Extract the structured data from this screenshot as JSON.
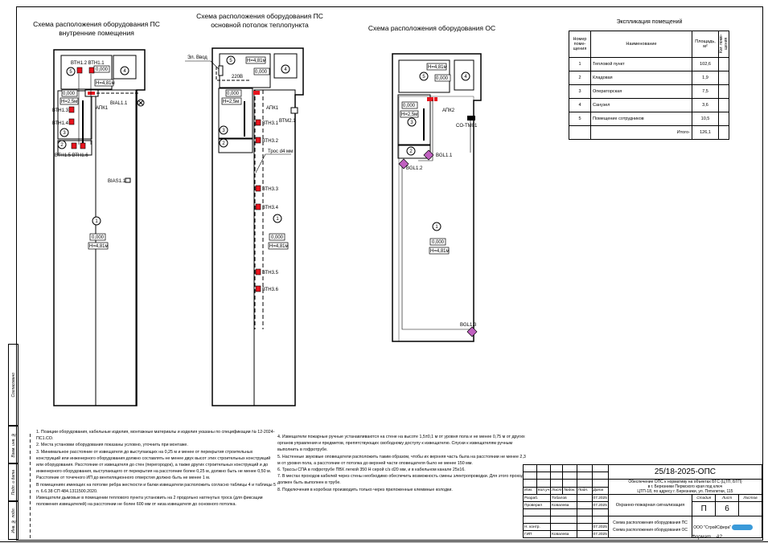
{
  "plans": [
    {
      "title": [
        "Схема расположения оборудования ПС",
        "внутренние помещения"
      ],
      "labels": {
        "bth12_11": "ВТН1.2 ВТН1.1",
        "r5": "5",
        "r4": "4",
        "z1": "0,000",
        "h1": "Н=4,81м",
        "z2": "0,000",
        "h2": "Н=2,5м",
        "bth13": "ВТН1.3",
        "apk": "АПК1",
        "bial": "BIAL1.1",
        "bth14": "ВТН1.4",
        "r3": "3",
        "r2": "2",
        "bth15_16": "ВТН1.5 ВТН1.6",
        "bias": "BIAS1.1",
        "r1": "1",
        "z3": "0,000",
        "h3": "Н=4,81м"
      }
    },
    {
      "title": [
        "Схема расположения оборудования ПС",
        "основной потолок теплопункта"
      ],
      "labels": {
        "elvvod": "Эл. Ввод",
        "r5": "5",
        "h1": "Н=4,81м",
        "z1": "0,000",
        "r4": "4",
        "v220": "220В",
        "z2": "0,000",
        "h2": "Н=2,5м",
        "apk": "АПК1",
        "btm": "ВТМ2.1",
        "r3": "3",
        "bth31": "ВТН3.1",
        "r2": "2",
        "bth32": "ВТН3.2",
        "tros": "Трос d4 мм",
        "bth33": "ВТН3.3",
        "bth34": "ВТН3.4",
        "r1": "1",
        "z3": "0,000",
        "h3": "Н=4,81м",
        "bth35": "ВТН3.5",
        "bth36": "ВТН3.6"
      }
    },
    {
      "title": [
        "Схема расположения оборудования ОС"
      ],
      "labels": {
        "h1": "Н=4,81м",
        "r5": "5",
        "z1": "0,000",
        "r4": "4",
        "z2": "0,000",
        "h2": "Н=2,5м",
        "r3": "3",
        "apk": "АПК2",
        "co": "CO-TM01",
        "r2": "2",
        "bgl11": "BGL1.1",
        "bgl12": "BGL1.2",
        "r1": "1",
        "z3": "0,000",
        "h3": "Н=4,81м",
        "bgl13": "BGL1.3"
      }
    }
  ],
  "explication": {
    "title": "Экспликация помещений",
    "headers": [
      "Номер поме-щения",
      "Наименование",
      "Площадь, м²",
      "Кат. поме-щения"
    ],
    "rows": [
      {
        "n": "1",
        "name": "Тепловой пункт",
        "area": "102,6"
      },
      {
        "n": "2",
        "name": "Кладовая",
        "area": "1,9"
      },
      {
        "n": "3",
        "name": "Операторская",
        "area": "7,5"
      },
      {
        "n": "4",
        "name": "Санузел",
        "area": "3,6"
      },
      {
        "n": "5",
        "name": "Помещение сотрудников",
        "area": "10,5"
      }
    ],
    "total_label": "Итого-",
    "total": "126,1"
  },
  "notes_left": [
    "1. Позиции оборудования, кабельные изделия, монтажные материалы и изделия указаны по спецификации № 12-2024-ПС1.СО.",
    "2. Места установки оборудования показаны условно, уточнить при монтаже.",
    "3. Минимальное расстояние от извещателя до выступающих на 0,25 м и менее от перекрытия строительных конструкций или инженерного оборудования должно составлять не менее двух высот этих строительных конструкций или оборудования. Расстояние от извещателя до стен (перегородок), а также других строительных конструкций и до инженерного оборудования, выступающего от перекрытия на расстояние более 0,25 м, должно быть не менее 0,50 м. Расстояние от точечного ИП до вентиляционного отверстия должно быть не менее 1 м.",
    "В помещениях имеющих на потолке ребра жесткости и балки извещатели расположить согласно таблицы 4 и таблицы 5 п. 6.6.38 СП 484.1311500.2020.",
    "Извещатели дымовые в помещении теплового пункта установить на 2 продольно натянутых троса (для фиксации положения извещателей) на расстоянии не более 600 мм от низа извещателя до основного потолка."
  ],
  "notes_right": [
    "4. Извещатели пожарные ручные устанавливаются на стене на высоте 1,5±0,1 м от уровня пола и не менее 0,75 м от других органов управления и предметов, препятствующих свободному доступу к извещателю. Спуски к извещателям ручным выполнить в гофротрубе.",
    "5. Настенные звуковые оповещатели расположить таким образом, чтобы их верхняя часть была на расстоянии не менее 2,3 м от уровня пола, а расстояние от потолка до верхней части оповещателя было не менее 150 мм.",
    "6. Трассы СПА в гофротрубе ПВХ легкой 350 Н серой с/з d20 мм, и в кабельном канале 25х16.",
    "7. В местах проходов кабелей через стены необходимо обеспечить возможность смены электропроводки. Для этого проход должен быть выполнен в трубе.",
    "8. Подключения в коробках производить только через приложенные клеммные колодки."
  ],
  "stamp_column": [
    "Согласовано",
    "Взам. инв. №",
    "Подп. и дата",
    "Инв. № подл."
  ],
  "title_block": {
    "code": "25/18-2025-ОПС",
    "project": [
      "Обеспечение ОПС к нормативу на объектах БТС (ЦТП, БТП)",
      "в г. Березники Пермского края под ключ",
      "ЦТП-18, по адресу г. Березники, ул. Пятилетки, 115"
    ],
    "col_headers": [
      "Изм.",
      "Кол.уч",
      "Лист",
      "№док.",
      "Подп.",
      "Дата"
    ],
    "people": [
      {
        "role": "Разраб.",
        "name": "Тобалов",
        "date": "07.2025"
      },
      {
        "role": "Проверил",
        "name": "Ковалева",
        "date": "07.2025"
      },
      {
        "role": "",
        "name": "",
        "date": ""
      },
      {
        "role": "",
        "name": "",
        "date": ""
      },
      {
        "role": "Н. контр.",
        "name": "",
        "date": "07.2025"
      },
      {
        "role": "ГИП",
        "name": "Ковалева",
        "date": "07.2025"
      }
    ],
    "system": "Охранно-пожарная сигнализация",
    "stage_label": "Стадия",
    "sheet_label": "Лист",
    "sheets_label": "Листов",
    "stage": "П",
    "sheet": "6",
    "sheets": "",
    "drawing_names": [
      "Схема расположения оборудования ПС",
      "Схема расположения оборудования ОС"
    ],
    "company": "ООО \"СтройСфера\"",
    "format_label": "Формат",
    "format": "А2"
  },
  "colors": {
    "detector": "#e8141e",
    "sounder": "#c060c0",
    "line": "#000000"
  }
}
